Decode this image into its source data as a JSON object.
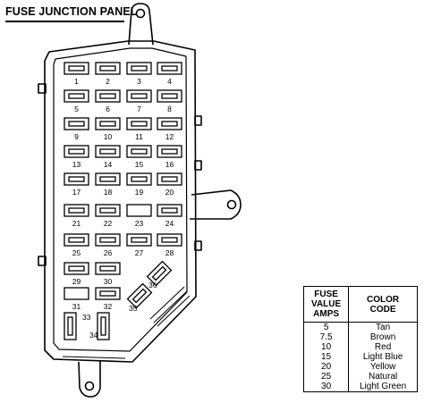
{
  "title": "FUSE JUNCTION PANEL",
  "fuses": [
    {
      "label": "1",
      "kind": "mini"
    },
    {
      "label": "2",
      "kind": "mini"
    },
    {
      "label": "3",
      "kind": "mini"
    },
    {
      "label": "4",
      "kind": "mini"
    },
    {
      "label": "5",
      "kind": "mini"
    },
    {
      "label": "6",
      "kind": "mini"
    },
    {
      "label": "7",
      "kind": "mini"
    },
    {
      "label": "8",
      "kind": "mini"
    },
    {
      "label": "9",
      "kind": "mini"
    },
    {
      "label": "10",
      "kind": "mini"
    },
    {
      "label": "11",
      "kind": "mini"
    },
    {
      "label": "12",
      "kind": "mini"
    },
    {
      "label": "13",
      "kind": "mini"
    },
    {
      "label": "14",
      "kind": "mini"
    },
    {
      "label": "15",
      "kind": "mini"
    },
    {
      "label": "16",
      "kind": "mini"
    },
    {
      "label": "17",
      "kind": "mini"
    },
    {
      "label": "18",
      "kind": "mini"
    },
    {
      "label": "19",
      "kind": "mini"
    },
    {
      "label": "20",
      "kind": "mini"
    },
    {
      "label": "21",
      "kind": "mini"
    },
    {
      "label": "22",
      "kind": "mini"
    },
    {
      "label": "23",
      "kind": "blank"
    },
    {
      "label": "24",
      "kind": "mini"
    },
    {
      "label": "25",
      "kind": "mini"
    },
    {
      "label": "26",
      "kind": "mini"
    },
    {
      "label": "27",
      "kind": "mini"
    },
    {
      "label": "28",
      "kind": "mini"
    },
    {
      "label": "29",
      "kind": "mini"
    },
    {
      "label": "30",
      "kind": "mini"
    },
    {
      "label": "31",
      "kind": "blank"
    },
    {
      "label": "32",
      "kind": "mini"
    },
    {
      "label": "33",
      "kind": "vertical"
    },
    {
      "label": "34",
      "kind": "vertical"
    },
    {
      "label": "35",
      "kind": "angled"
    },
    {
      "label": "36",
      "kind": "angled"
    }
  ],
  "legend": {
    "header_amps": [
      "FUSE",
      "VALUE",
      "AMPS"
    ],
    "header_color": [
      "COLOR",
      "CODE"
    ],
    "rows": [
      {
        "amps": "5",
        "color": "Tan"
      },
      {
        "amps": "7.5",
        "color": "Brown"
      },
      {
        "amps": "10",
        "color": "Red"
      },
      {
        "amps": "15",
        "color": "Light Blue"
      },
      {
        "amps": "20",
        "color": "Yellow"
      },
      {
        "amps": "25",
        "color": "Natural"
      },
      {
        "amps": "30",
        "color": "Light Green"
      }
    ]
  }
}
